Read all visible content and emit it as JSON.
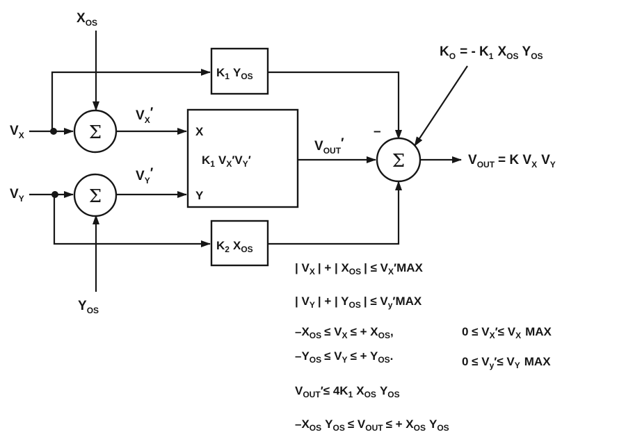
{
  "inputs": {
    "vx": {
      "main": "V",
      "sub": "X"
    },
    "vy": {
      "main": "V",
      "sub": "Y"
    },
    "xos": {
      "main": "X",
      "sub": "OS"
    },
    "yos": {
      "main": "Y",
      "sub": "OS"
    }
  },
  "summers": {
    "symbol": "Σ"
  },
  "signals": {
    "vx_prime": {
      "main": "V",
      "sub": "X",
      "tail": "′"
    },
    "vy_prime": {
      "main": "V",
      "sub": "Y",
      "tail": "′"
    },
    "vout_prime": {
      "main": "V",
      "sub": "OUT",
      "tail": "′"
    }
  },
  "blocks": {
    "k1yos": {
      "k": "K",
      "ksub": "1",
      "var": "Y",
      "varsub": "OS"
    },
    "k2xos": {
      "k": "K",
      "ksub": "2",
      "var": "X",
      "varsub": "OS"
    },
    "multiplier": {
      "port_x": "X",
      "port_y": "Y",
      "k": "K",
      "ksub": "1",
      "v1": "V",
      "v1sub": "X",
      "v1tail": "′",
      "v2": "V",
      "v2sub": "Y",
      "v2tail": "′"
    }
  },
  "minus_sign": "–",
  "k0": {
    "k": "K",
    "ksub": "O",
    "eq": "= - K",
    "eqsub": "1",
    "x": "X",
    "xsub": "OS",
    "y": "Y",
    "ysub": "OS"
  },
  "output": {
    "v": "V",
    "vsub": "OUT",
    "eq": "= K V",
    "xsub": "X",
    "v2": "V",
    "ysub": "Y"
  },
  "constraints": {
    "c1": {
      "a": "| V",
      "asub": "X",
      "b": "| + | X",
      "bsub": "OS",
      "c": "| ≤ V",
      "csub": "X",
      "d": "′MAX"
    },
    "c2": {
      "a": "| V",
      "asub": "Y",
      "b": "| + | Y",
      "bsub": "OS",
      "c": "| ≤ V",
      "csub": "y",
      "d": "′MAX"
    },
    "c3": {
      "a": "–X",
      "asub": "OS",
      "b": "≤ V",
      "bsub": "X",
      "c": "≤ + X",
      "csub": "OS",
      "d": ","
    },
    "c3r": {
      "a": "0 ≤ V",
      "asub": "X",
      "b": "′≤ V",
      "bsub": "X",
      "c": "MAX"
    },
    "c4": {
      "a": "–Y",
      "asub": "OS",
      "b": "≤ V",
      "bsub": "Y",
      "c": "≤ + Y",
      "csub": "OS",
      "d": "."
    },
    "c4r": {
      "a": "0 ≤ V",
      "asub": "y",
      "b": "′≤ V",
      "bsub": "Y",
      "c": "MAX"
    },
    "c5": {
      "a": "V",
      "asub": "OUT",
      "b": "′≤ 4K",
      "bsub": "1",
      "c": "X",
      "csub": "OS",
      "d": "Y",
      "dsub": "OS"
    },
    "c6": {
      "a": "–X",
      "asub": "OS",
      "b": "Y",
      "bsub": "OS",
      "c": "≤ V",
      "csub": "OUT",
      "d": "≤ + X",
      "dsub": "OS",
      "e": "Y",
      "esub": "OS"
    }
  }
}
